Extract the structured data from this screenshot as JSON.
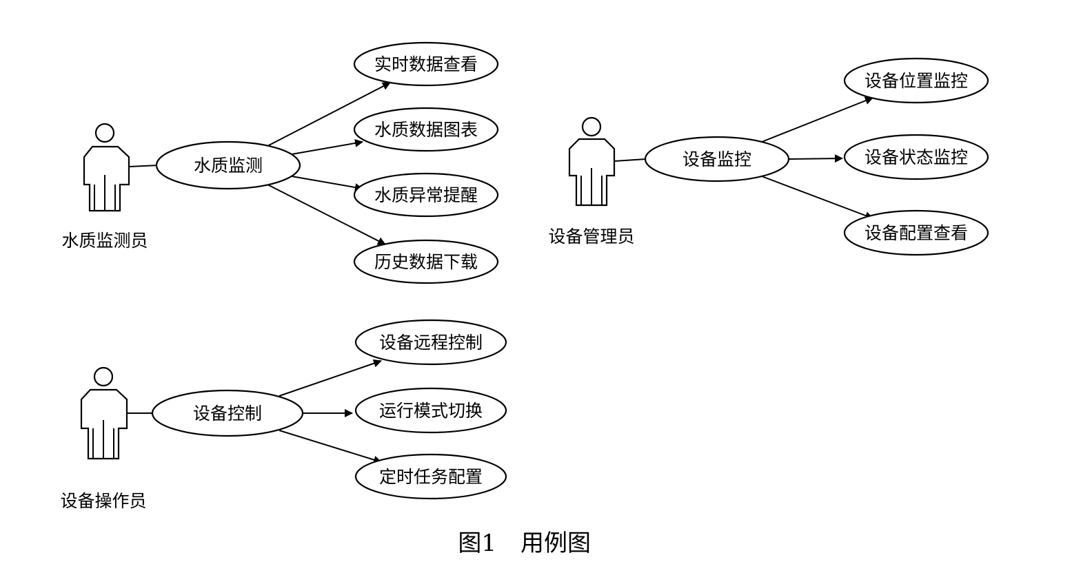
{
  "diagram": {
    "groups": [
      {
        "actor": {
          "name": "水质监测员"
        },
        "primary_use_case": "水质监测",
        "sub_use_cases": [
          "实时数据查看",
          "水质数据图表",
          "水质异常提醒",
          "历史数据下载"
        ]
      },
      {
        "actor": {
          "name": "设备管理员"
        },
        "primary_use_case": "设备监控",
        "sub_use_cases": [
          "设备位置监控",
          "设备状态监控",
          "设备配置查看"
        ]
      },
      {
        "actor": {
          "name": "设备操作员"
        },
        "primary_use_case": "设备控制",
        "sub_use_cases": [
          "设备远程控制",
          "运行模式切换",
          "定时任务配置"
        ]
      }
    ],
    "caption": {
      "label": "图1",
      "title": "用例图"
    }
  },
  "colors": {
    "stroke": "#000000",
    "fill": "#ffffff",
    "background": "#ffffff"
  }
}
